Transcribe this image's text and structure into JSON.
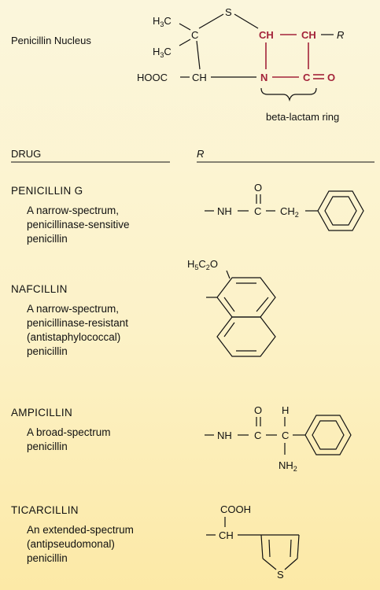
{
  "nucleus": {
    "label": "Penicillin Nucleus",
    "h3c_top": "H3C",
    "h3c_bottom": "H3C",
    "c": "C",
    "s": "S",
    "ch_left": "CH",
    "ch_right": "CH",
    "r": "R",
    "hooc": "HOOC",
    "ch_bottom": "CH",
    "n": "N",
    "c_eq": "C",
    "o": "O",
    "ring_label": "beta-lactam ring"
  },
  "headers": {
    "drug": "DRUG",
    "r": "R"
  },
  "drugs": [
    {
      "name": "PENICILLIN G",
      "desc": [
        "A narrow-spectrum,",
        "penicillinase-sensitive",
        "penicillin"
      ]
    },
    {
      "name": "NAFCILLIN",
      "desc": [
        "A narrow-spectrum,",
        "penicillinase-resistant",
        "(antistaphylococcal)",
        "penicillin"
      ]
    },
    {
      "name": "AMPICILLIN",
      "desc": [
        "A broad-spectrum",
        "penicillin"
      ]
    },
    {
      "name": "TICARCILLIN",
      "desc": [
        "An extended-spectrum",
        "(antipseudomonal)",
        "penicillin"
      ]
    }
  ],
  "structures": {
    "pen_g": {
      "o": "O",
      "nh": "NH",
      "c": "C",
      "ch2": "CH2"
    },
    "naf": {
      "h5c2o": "H5C2O"
    },
    "amp": {
      "o": "O",
      "h": "H",
      "nh": "NH",
      "c1": "C",
      "c2": "C",
      "nh2": "NH2"
    },
    "tic": {
      "cooh": "COOH",
      "ch": "CH",
      "s": "S"
    }
  }
}
